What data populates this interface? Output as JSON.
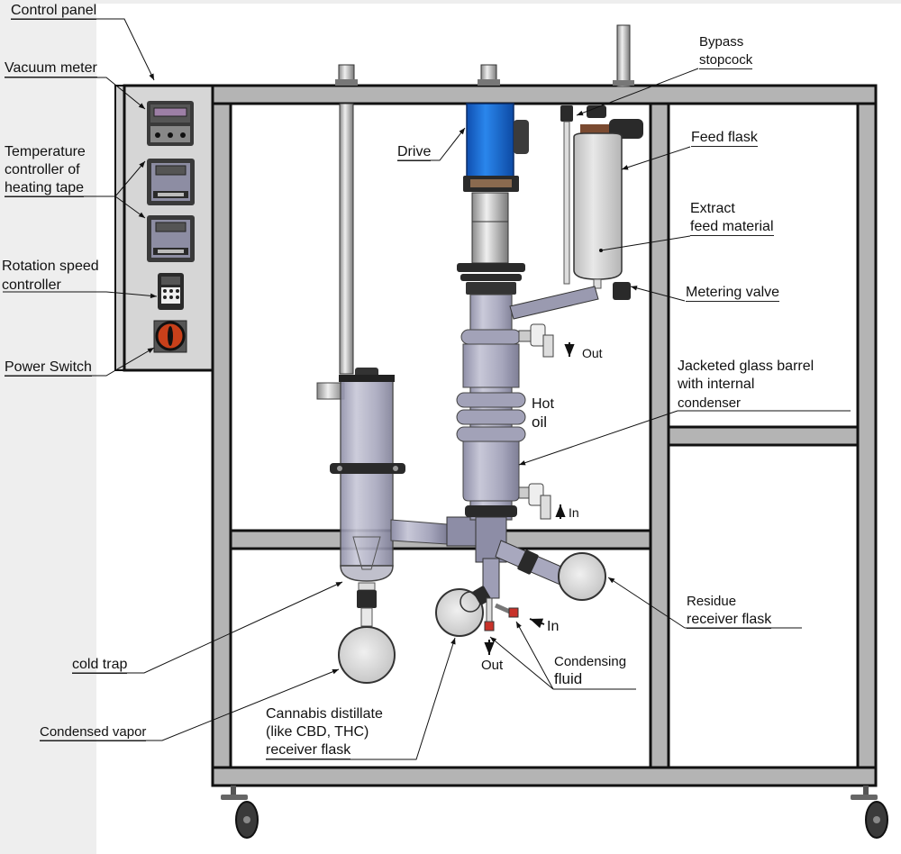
{
  "diagram": {
    "title": "Short path wiped film molecular distillation unit",
    "colors": {
      "frame": "#b4b4b4",
      "frame_outline": "#111111",
      "panel": "#d6d6d6",
      "drive_blue": "#1f6fd6",
      "glass": "#a9a9bf",
      "switch_red": "#c8401a",
      "background_strip": "#eeeeee"
    },
    "labels": {
      "control_panel": "Control panel",
      "vacuum_meter": "Vacuum meter",
      "temp_controller_line1": "Temperature",
      "temp_controller_line2": "controller of",
      "temp_controller_line3": "heating tape",
      "rotation_line1": "Rotation speed",
      "rotation_line2": "controller",
      "power_switch": "Power Switch",
      "drive": "Drive",
      "bypass_line1": "Bypass",
      "bypass_line2": "stopcock",
      "feed_flask": "Feed flask",
      "extract_line1": "Extract",
      "extract_line2": "feed material",
      "metering_valve": "Metering valve",
      "out_top": "Out",
      "jacketed_line1": "Jacketed glass barrel",
      "jacketed_line2": "with internal",
      "jacketed_line3": "condenser",
      "hot_line1": "Hot",
      "hot_line2": "oil",
      "in_oil": "In",
      "residue_line1": "Residue",
      "residue_line2": "receiver flask",
      "in_cond": "In",
      "out_cond": "Out",
      "condensing_line1": "Condensing",
      "condensing_line2": "fluid",
      "cold_trap": "cold trap",
      "condensed_vapor": "Condensed vapor",
      "distillate_line1": "Cannabis distillate",
      "distillate_line2": "(like CBD, THC)",
      "distillate_line3": "receiver flask"
    }
  }
}
